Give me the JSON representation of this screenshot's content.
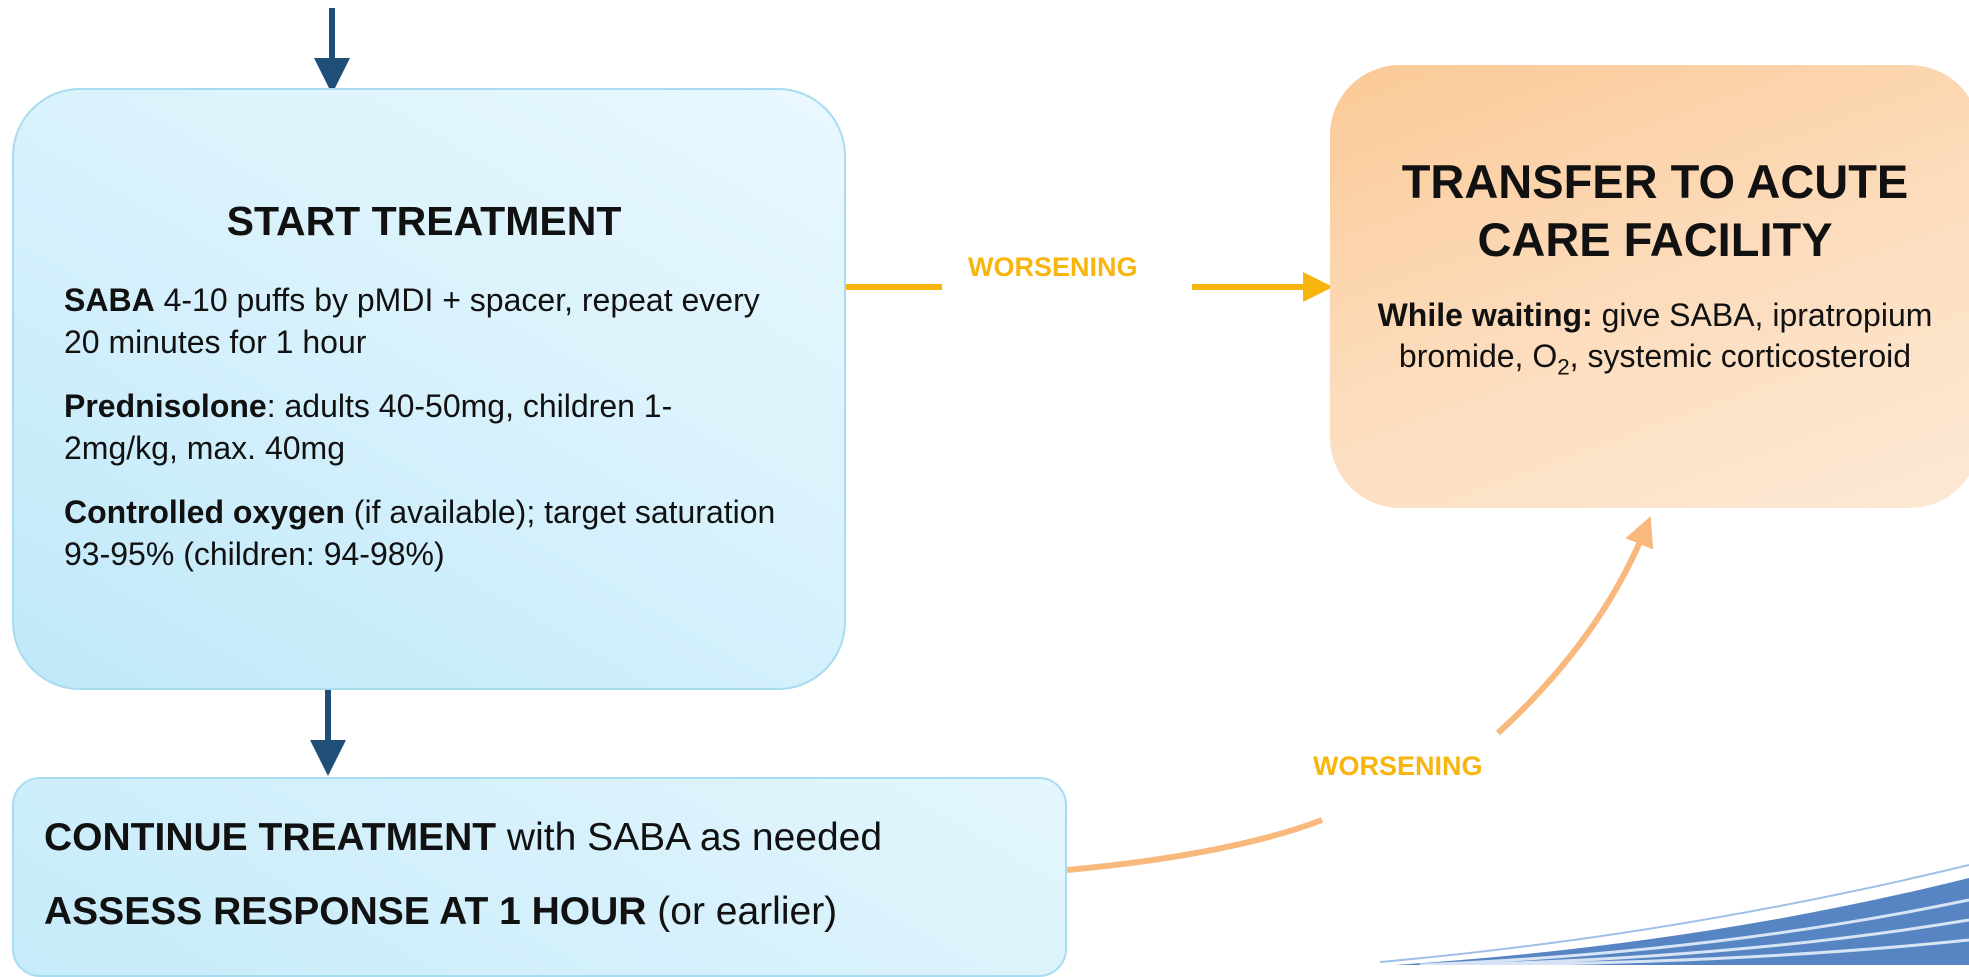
{
  "start_treatment": {
    "title": "START TREATMENT",
    "saba_bold": "SABA",
    "saba_text": " 4-10 puffs by pMDI + spacer, repeat every 20 minutes for 1 hour",
    "pred_bold": "Prednisolone",
    "pred_text": ": adults 40-50mg, children 1-2mg/kg, max. 40mg",
    "oxygen_bold": "Controlled oxygen",
    "oxygen_text": " (if available); target saturation 93-95% (children: 94-98%)"
  },
  "continue_treatment": {
    "line1_bold": "CONTINUE TREATMENT",
    "line1_text": " with SABA as needed",
    "line2_bold": "ASSESS RESPONSE AT 1 HOUR",
    "line2_text": " (or earlier)"
  },
  "transfer": {
    "title": "TRANSFER TO ACUTE CARE FACILITY",
    "waiting_bold": "While waiting:",
    "waiting_text_1": " give SABA, ipratropium bromide, O",
    "waiting_sub": "2",
    "waiting_text_2": ", systemic corticosteroid"
  },
  "labels": {
    "worsening_top": "WORSENING",
    "worsening_bottom": "WORSENING"
  },
  "colors": {
    "arrow_blue": "#1f4e79",
    "arrow_yellow": "#f8b40f",
    "arrow_orange": "#f9b87c",
    "box_blue": "#d9f2fc",
    "box_orange": "#fcdcbc"
  }
}
